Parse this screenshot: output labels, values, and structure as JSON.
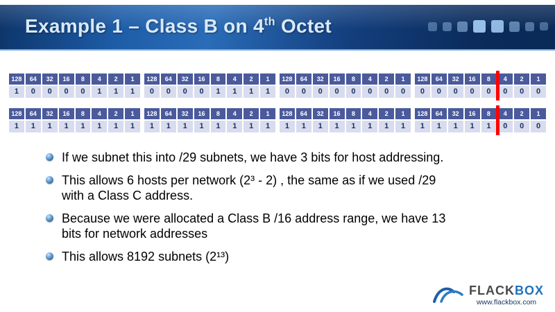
{
  "slide": {
    "title": {
      "pre": "Example 1 – Class B on 4",
      "sup": "th",
      "post": " Octet"
    }
  },
  "binary_tables": {
    "bit_headers": [
      128,
      64,
      32,
      16,
      8,
      4,
      2,
      1
    ],
    "rows": [
      {
        "name": "network-address-bits",
        "octets": [
          [
            1,
            0,
            0,
            0,
            0,
            1,
            1,
            1
          ],
          [
            0,
            0,
            0,
            0,
            1,
            1,
            1,
            1
          ],
          [
            0,
            0,
            0,
            0,
            0,
            0,
            0,
            0
          ],
          [
            0,
            0,
            0,
            0,
            0,
            0,
            0,
            0
          ]
        ]
      },
      {
        "name": "subnet-mask-bits",
        "octets": [
          [
            1,
            1,
            1,
            1,
            1,
            1,
            1,
            1
          ],
          [
            1,
            1,
            1,
            1,
            1,
            1,
            1,
            1
          ],
          [
            1,
            1,
            1,
            1,
            1,
            1,
            1,
            1
          ],
          [
            1,
            1,
            1,
            1,
            1,
            0,
            0,
            0
          ]
        ]
      }
    ],
    "red_line_after_bit": 29
  },
  "bullets": [
    "If we subnet this into /29 subnets, we have 3 bits for host addressing.",
    "This allows 6 hosts per network (2³ - 2) , the same as if we used /29\nwith a Class C address.",
    "Because we were allocated a Class B /16 address range, we have 13\nbits for network addresses",
    "This allows 8192 subnets (2¹³)"
  ],
  "logo": {
    "brand_dark": "FLACK",
    "brand_blue": "BOX",
    "url": "www.flackbox.com"
  },
  "colors": {
    "header_blue": "#1e5da8",
    "table_header_blue": "#4a5a9c",
    "table_cell_lavender": "#d8dcee",
    "red_line": "#ff0000",
    "brand_blue": "#1e73be"
  }
}
